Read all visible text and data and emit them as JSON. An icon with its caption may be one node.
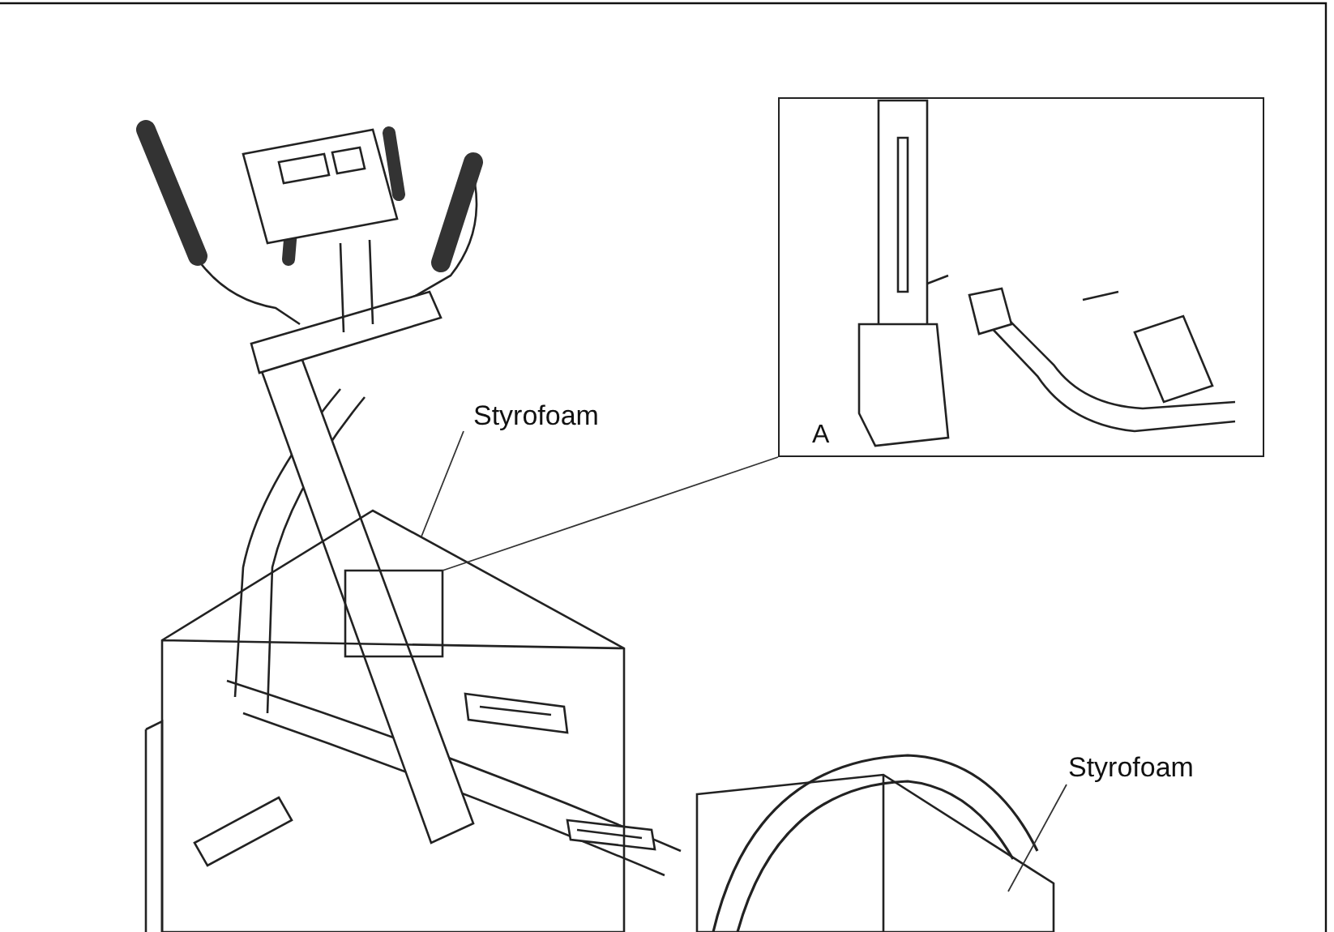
{
  "diagram": {
    "nodes": [
      {
        "text": [
          "Styrofoam"
        ]
      },
      {
        "text": [],
        "shape": "box"
      },
      {
        "text": [
          "Styrofoam"
        ]
      },
      {
        "text": [],
        "shape": "box"
      },
      {
        "text": [
          "A"
        ]
      },
      {
        "text": [],
        "shape": "box",
        "in": 1
      }
    ],
    "edges": [
      {
        "from": 0,
        "to": 1,
        "arrow": "none"
      },
      {
        "from": 2,
        "to": 3,
        "arrow": "none"
      },
      {
        "from": 5,
        "to": 4,
        "arrow": "none"
      }
    ]
  }
}
